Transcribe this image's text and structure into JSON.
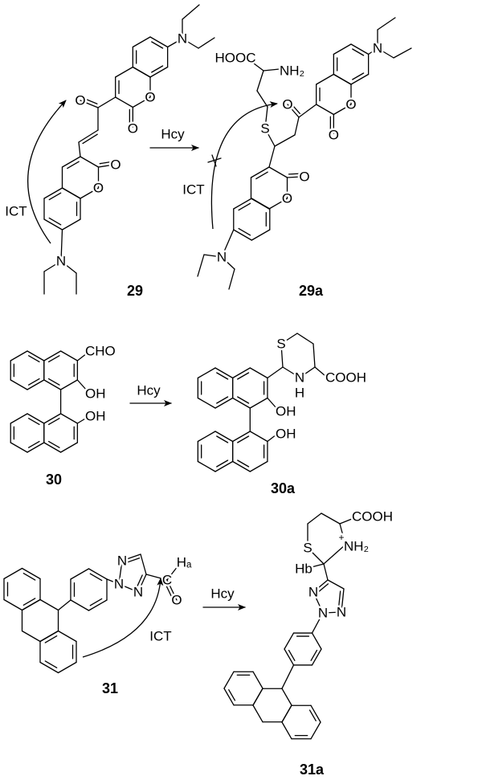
{
  "schemes": [
    {
      "reagent": "Hcy",
      "reactant": {
        "id": "29",
        "annotation": "ICT",
        "atoms": [
          "N",
          "O",
          "O",
          "O",
          "O",
          "O",
          "N"
        ]
      },
      "product": {
        "id": "29a",
        "annotation": "ICT",
        "atoms": [
          "HOOC",
          "NH₂",
          "S",
          "O",
          "O",
          "O",
          "N",
          "O",
          "O",
          "N"
        ]
      }
    },
    {
      "reagent": "Hcy",
      "reactant": {
        "id": "30",
        "atoms": [
          "CHO",
          "OH",
          "OH"
        ]
      },
      "product": {
        "id": "30a",
        "atoms": [
          "S",
          "N",
          "H",
          "COOH",
          "OH",
          "OH"
        ]
      }
    },
    {
      "reagent": "Hcy",
      "reactant": {
        "id": "31",
        "annotation": "ICT",
        "atoms": [
          "N",
          "N",
          "N",
          "C",
          "Hₐ",
          "O"
        ]
      },
      "product": {
        "id": "31a",
        "atoms": [
          "S",
          "NH₂",
          "+",
          "COOH",
          "Hb",
          "N",
          "N",
          "N"
        ]
      }
    }
  ]
}
